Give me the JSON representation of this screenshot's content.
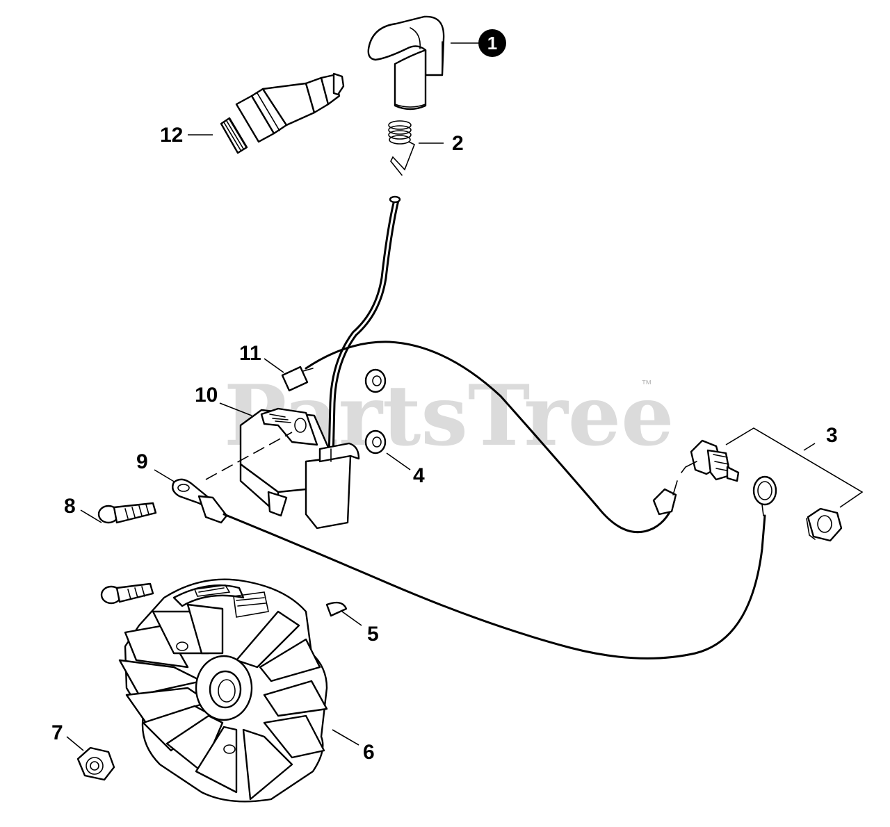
{
  "watermark": {
    "text": "PartsTree",
    "trademark": "™"
  },
  "callouts": [
    {
      "id": "1",
      "label": "1",
      "style": "filled-circle"
    },
    {
      "id": "2",
      "label": "2"
    },
    {
      "id": "3",
      "label": "3"
    },
    {
      "id": "4",
      "label": "4"
    },
    {
      "id": "5",
      "label": "5"
    },
    {
      "id": "6",
      "label": "6"
    },
    {
      "id": "7",
      "label": "7"
    },
    {
      "id": "8",
      "label": "8"
    },
    {
      "id": "9",
      "label": "9"
    },
    {
      "id": "10",
      "label": "10"
    },
    {
      "id": "11",
      "label": "11"
    },
    {
      "id": "12",
      "label": "12"
    }
  ],
  "parts": [
    {
      "callout": "1",
      "icon": "spark-plug-boot-icon"
    },
    {
      "callout": "2",
      "icon": "spring-terminal-icon"
    },
    {
      "callout": "3",
      "icon": "stop-switch-icon"
    },
    {
      "callout": "4",
      "icon": "spacer-icon"
    },
    {
      "callout": "5",
      "icon": "woodruff-key-icon"
    },
    {
      "callout": "6",
      "icon": "flywheel-icon"
    },
    {
      "callout": "7",
      "icon": "flange-nut-icon"
    },
    {
      "callout": "8",
      "icon": "bolt-icon"
    },
    {
      "callout": "9",
      "icon": "ground-terminal-icon"
    },
    {
      "callout": "10",
      "icon": "ignition-coil-icon"
    },
    {
      "callout": "11",
      "icon": "connector-icon"
    },
    {
      "callout": "12",
      "icon": "spark-plug-icon"
    }
  ],
  "colors": {
    "line": "#000000",
    "background": "#ffffff",
    "watermark": "#cfcfcf"
  }
}
